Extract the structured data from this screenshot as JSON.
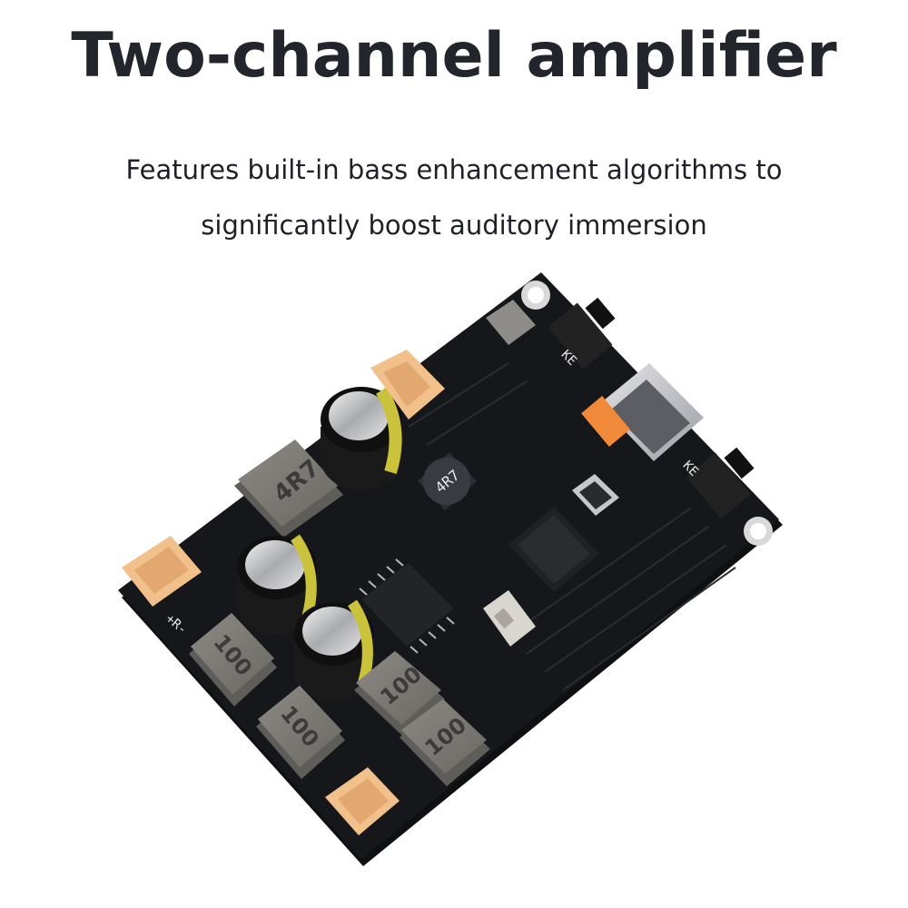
{
  "header": {
    "title": "Two-channel amplifier",
    "subtitle_line1": "Features built-in bass enhancement algorithms to",
    "subtitle_line2": "significantly boost auditory immersion"
  },
  "board": {
    "inductor_labels": [
      "100",
      "100",
      "100",
      "100"
    ],
    "small_inductor_label": "4R7",
    "large_inductor_label": "4R7",
    "button_labels": [
      "KE",
      "KE"
    ],
    "connector_label_left": "+R-",
    "colors": {
      "pcb": "#16171a",
      "connector": "#f2c08a",
      "inductor": "#7d7b77",
      "capacitor": "#1a1a1a",
      "capacitor_sleeve": "#c9c23a",
      "usb": "#c8c8cc",
      "usb_accent": "#f08a3a"
    }
  }
}
